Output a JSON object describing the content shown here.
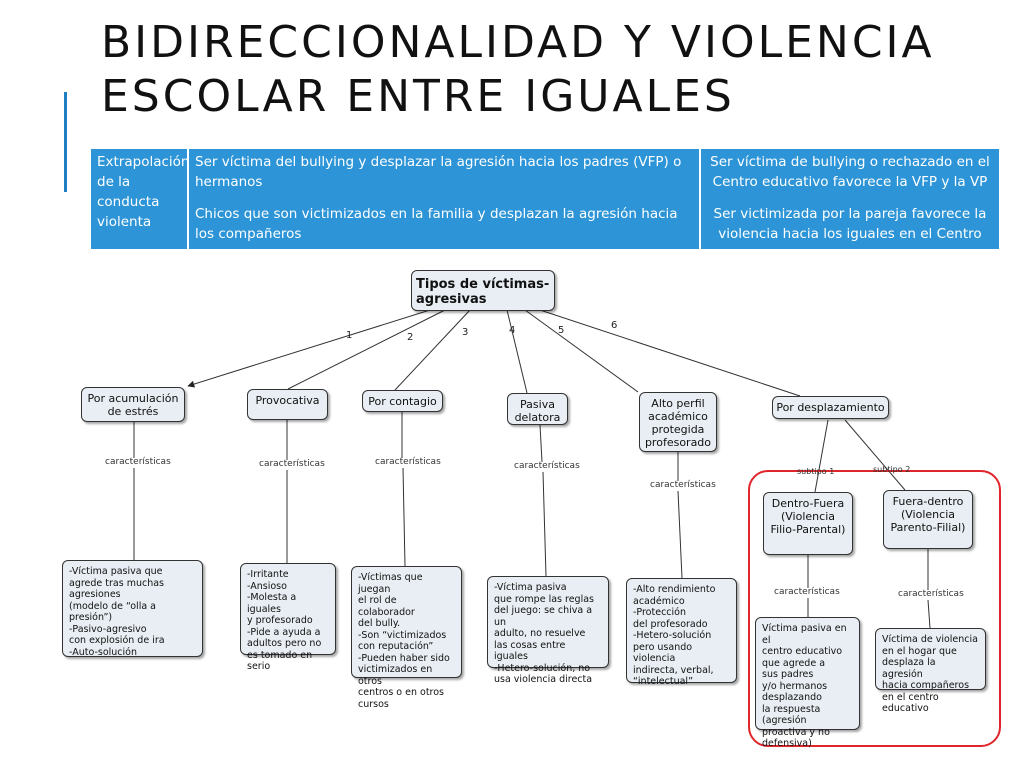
{
  "slide": {
    "title": "BIDIRECCIONALIDAD Y VIOLENCIA\nESCOLAR ENTRE IGUALES"
  },
  "table": {
    "header": "Extrapolación de la conducta violenta",
    "col2": [
      "Ser víctima del bullying y desplazar la agresión hacia los padres (VFP) o hermanos",
      "Chicos que son victimizados en la familia y desplazan la agresión hacia los compañeros"
    ],
    "col3": [
      "Ser víctima de bullying o rechazado en el Centro educativo favorece la VFP y la VP",
      "Ser victimizada por la pareja favorece la violencia hacia los iguales en el Centro"
    ]
  },
  "diagram": {
    "root": "Tipos de víctimas-agresivas",
    "characteristics_label": "características",
    "types": [
      {
        "number": "1",
        "label": "Por acumulación de estrés",
        "details": "-Víctima pasiva que\nagrede tras muchas\nagresiones\n(modelo de “olla a presión”)\n-Pasivo-agresivo\ncon explosión de ira\n-Auto-solución"
      },
      {
        "number": "2",
        "label": "Provocativa",
        "details": "-Irritante\n-Ansioso\n-Molesta a iguales\ny profesorado\n-Pide a ayuda a\nadultos pero no\nes tomado en serio"
      },
      {
        "number": "3",
        "label": "Por contagio",
        "details": "-Víctimas que juegan\nel rol de colaborador\ndel bully.\n-Son “victimizados\ncon reputación”\n-Pueden haber sido\nvictimizados en otros\ncentros o en otros\ncursos"
      },
      {
        "number": "4",
        "label": "Pasiva delatora",
        "details": "-Víctima pasiva\nque rompe las reglas\ndel juego: se chiva a un\nadulto, no resuelve\nlas cosas entre iguales\n-Hetero-solución, no\nusa violencia directa"
      },
      {
        "number": "5",
        "label": "Alto perfil académico protegida profesorado",
        "details": "-Alto rendimiento\nacadémico\n-Protección\ndel profesorado\n-Hetero-solución\npero usando violencia\nindirecta, verbal,\n“intelectual”"
      },
      {
        "number": "6",
        "label": "Por desplazamiento"
      }
    ],
    "subtypes": [
      {
        "link": "subtipo 1",
        "label": "Dentro-Fuera (Violencia Filio-Parental)",
        "details": "Víctima pasiva en el\ncentro educativo\nque agrede a\nsus padres\ny/o hermanos\ndesplazando\nla respuesta\n(agresión\nproactiva y no\ndefensiva)"
      },
      {
        "link": "subtipo 2",
        "label": "Fuera-dentro (Violencia Parento-Filial)",
        "details": "Víctima de violencia\nen el hogar que\ndesplaza la agresión\nhacia compañeros\nen el centro educativo"
      }
    ]
  },
  "colors": {
    "accent_blue": "#2d95d7",
    "title_rule": "#1f7fc3",
    "node_fill": "#e8eef3",
    "highlight_red": "#e0262b"
  }
}
